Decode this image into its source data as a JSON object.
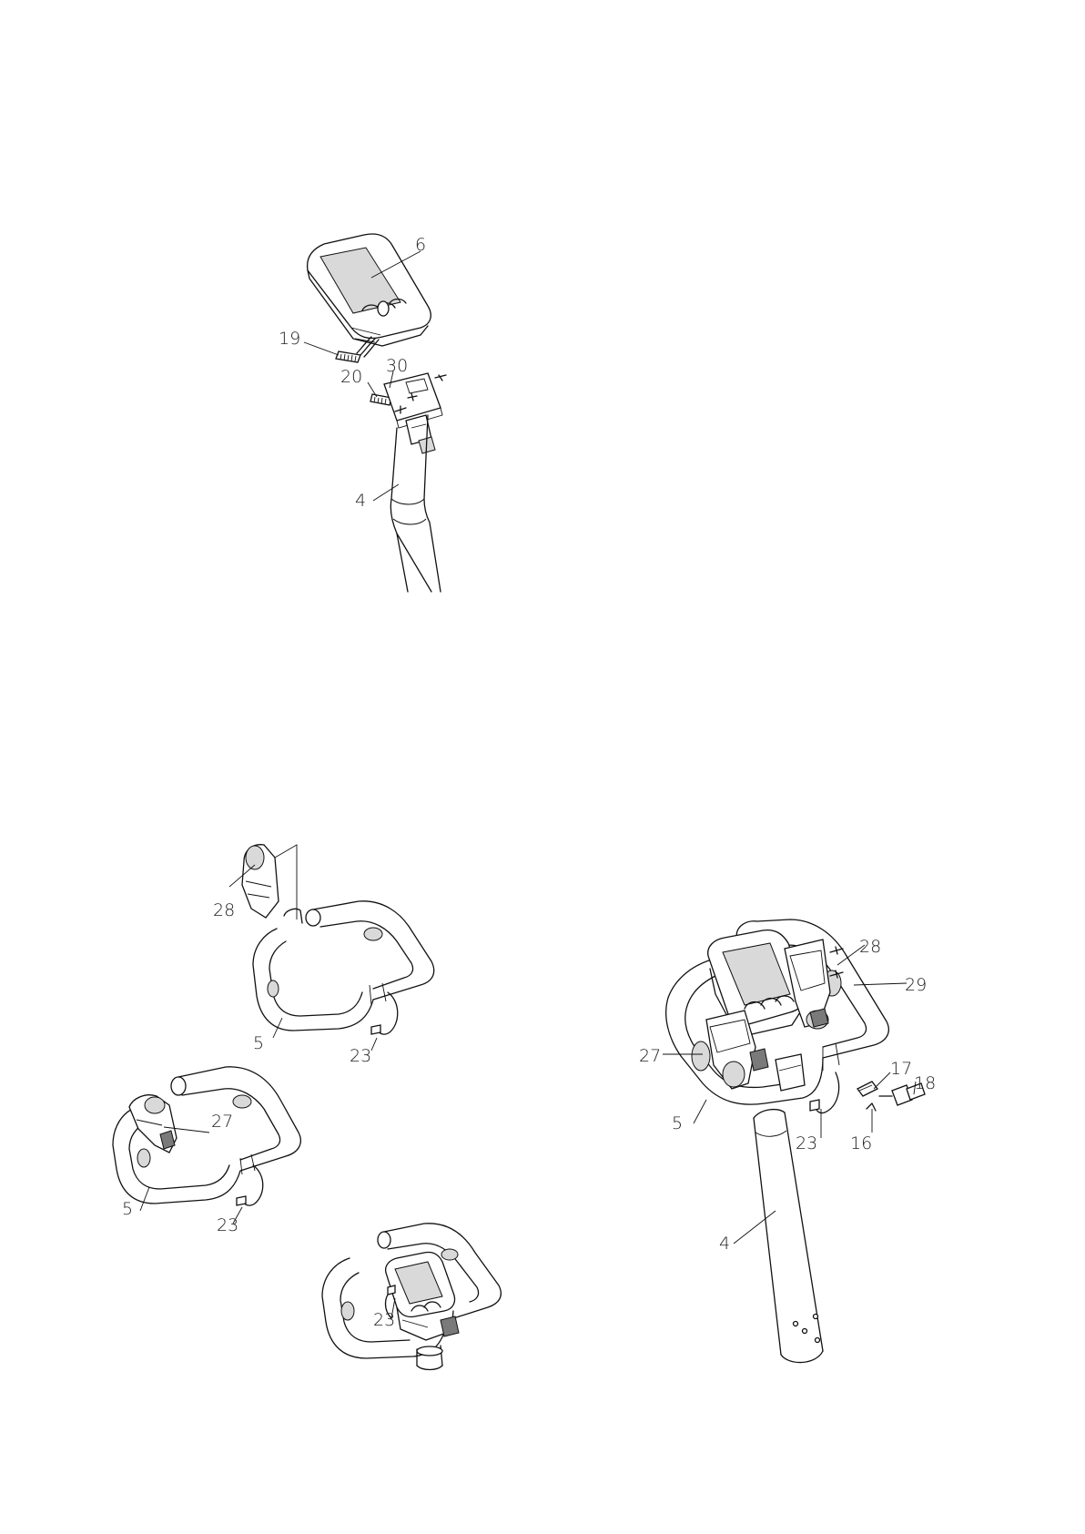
{
  "figures": [
    {
      "id": "console-attach",
      "callouts": [
        {
          "label": "6"
        },
        {
          "label": "19"
        },
        {
          "label": "20"
        },
        {
          "label": "30"
        },
        {
          "label": "4"
        }
      ]
    },
    {
      "id": "right-cover",
      "callouts": [
        {
          "label": "28"
        },
        {
          "label": "5"
        },
        {
          "label": "23"
        }
      ]
    },
    {
      "id": "left-cover",
      "callouts": [
        {
          "label": "27"
        },
        {
          "label": "5"
        },
        {
          "label": "23"
        }
      ]
    },
    {
      "id": "assembled-top",
      "callouts": [
        {
          "label": "23"
        }
      ]
    },
    {
      "id": "full-assembly",
      "callouts": [
        {
          "label": "28"
        },
        {
          "label": "29"
        },
        {
          "label": "27"
        },
        {
          "label": "17"
        },
        {
          "label": "18"
        },
        {
          "label": "5"
        },
        {
          "label": "23"
        },
        {
          "label": "16"
        },
        {
          "label": "4"
        }
      ]
    }
  ]
}
